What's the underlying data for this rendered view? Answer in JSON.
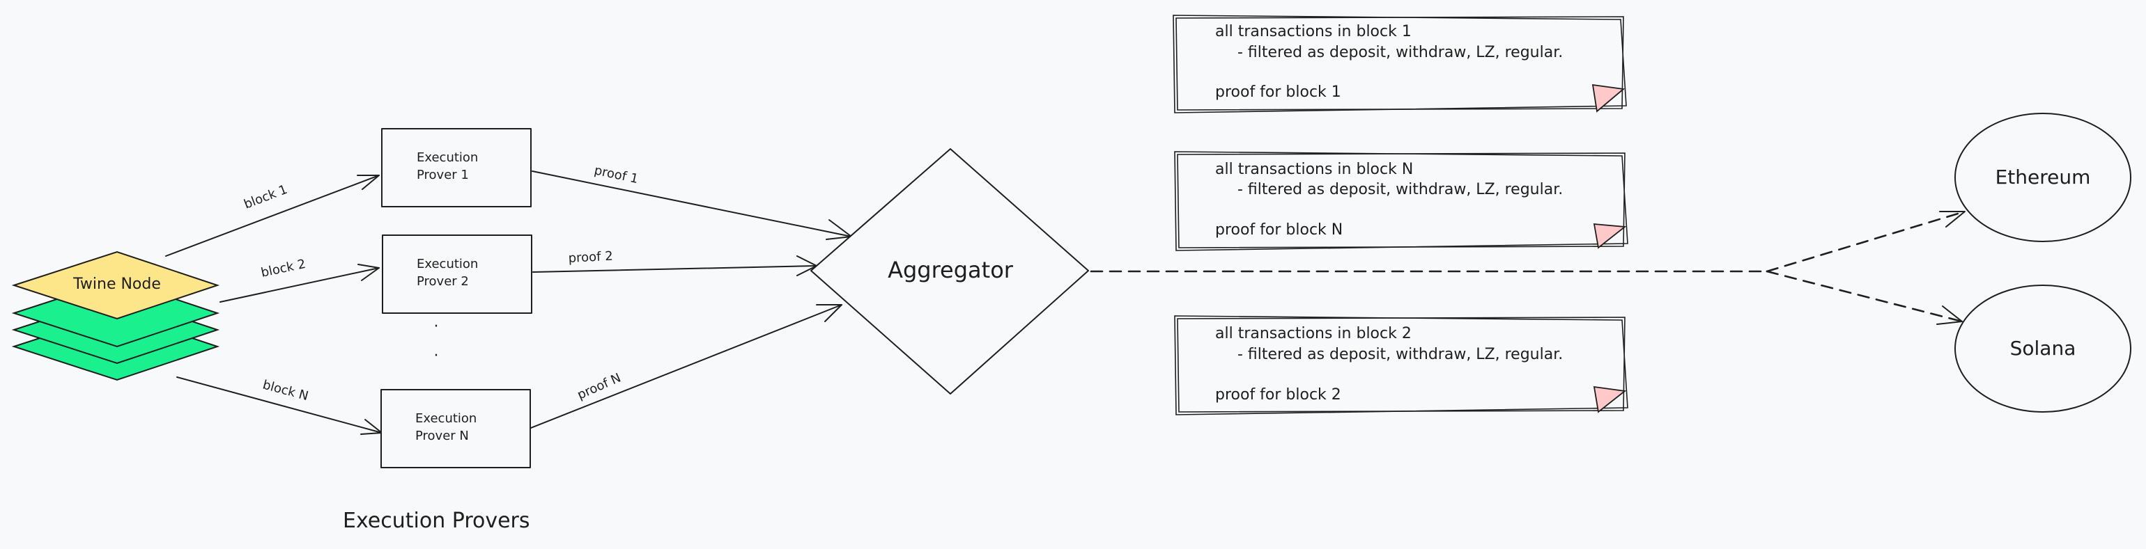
{
  "twine_node": {
    "label": "Twine Node"
  },
  "edges": {
    "block_1": "block 1",
    "block_2": "block 2",
    "block_n": "block N",
    "proof_1": "proof 1",
    "proof_2": "proof 2",
    "proof_n": "proof N"
  },
  "provers": [
    {
      "line1": "Execution",
      "line2": "Prover 1"
    },
    {
      "line1": "Execution",
      "line2": "Prover 2"
    },
    {
      "line1": "Execution",
      "line2": "Prover N"
    }
  ],
  "ellipsis": [
    "·",
    "·"
  ],
  "aggregator": {
    "label": "Aggregator"
  },
  "notes": [
    {
      "line1": "all transactions in block 1",
      "line2": "- filtered as deposit, withdraw, LZ, regular.",
      "line3": "proof for block 1"
    },
    {
      "line1": "all transactions in block N",
      "line2": "- filtered as deposit, withdraw, LZ, regular.",
      "line3": "proof for block N"
    },
    {
      "line1": "all transactions in block 2",
      "line2": "- filtered as deposit, withdraw, LZ, regular.",
      "line3": "proof for block 2"
    }
  ],
  "chains": [
    {
      "label": "Ethereum"
    },
    {
      "label": "Solana"
    }
  ],
  "caption": "Execution Provers"
}
